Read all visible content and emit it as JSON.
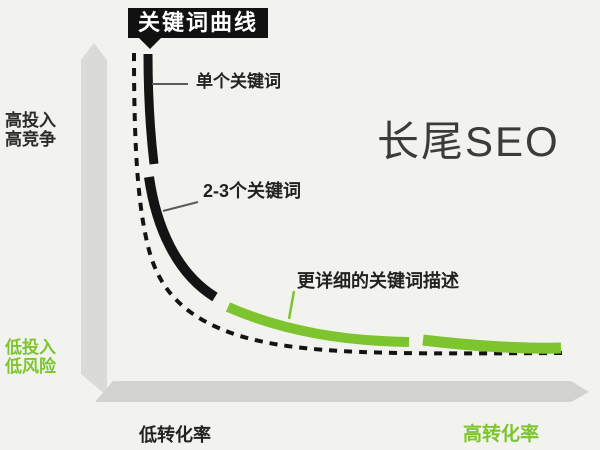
{
  "title_box": {
    "label": "关键词曲线"
  },
  "headline": {
    "text": "长尾SEO"
  },
  "y_axis": {
    "top": {
      "line1": "高投入",
      "line2": "高竞争"
    },
    "bottom": {
      "line1": "低投入",
      "line2": "低风险"
    }
  },
  "x_axis": {
    "left": "低转化率",
    "right": "高转化率"
  },
  "callouts": {
    "single_keyword": "单个关键词",
    "two_three_keywords": "2-3个关键词",
    "detailed_description": "更详细的关键词描述"
  },
  "colors": {
    "accent_green": "#7dc42f",
    "curve_black": "#141414",
    "axis_gray_vertical": "#dadbd7",
    "axis_gray_horizontal": "#d2d3cf",
    "background": "#f2f3ee",
    "callout_line_gray": "#5a5a5a"
  },
  "chart_data": {
    "type": "line",
    "title": "关键词曲线",
    "annotation": "长尾SEO",
    "grid": false,
    "x_axis_labels": [
      "低转化率",
      "高转化率"
    ],
    "y_axis_labels_top": [
      "高投入",
      "高竞争"
    ],
    "y_axis_labels_bottom": [
      "低投入",
      "低风险"
    ],
    "curve": {
      "shape": "hyperbolic long-tail guide curve, dashed black",
      "points_norm": [
        [
          0.08,
          0.97
        ],
        [
          0.08,
          0.72
        ],
        [
          0.1,
          0.52
        ],
        [
          0.13,
          0.36
        ],
        [
          0.18,
          0.24
        ],
        [
          0.26,
          0.15
        ],
        [
          0.38,
          0.09
        ],
        [
          0.52,
          0.06
        ],
        [
          0.68,
          0.045
        ],
        [
          0.84,
          0.04
        ],
        [
          0.96,
          0.038
        ]
      ]
    },
    "segments": [
      {
        "label": "单个关键词",
        "color": "#141414",
        "x_range_norm": [
          0.08,
          0.09
        ],
        "y_range_norm": [
          0.7,
          0.97
        ]
      },
      {
        "label": "2-3个关键词",
        "color": "#141414",
        "x_range_norm": [
          0.09,
          0.25
        ],
        "y_range_norm": [
          0.25,
          0.66
        ]
      },
      {
        "label": "更详细的关键词描述",
        "color": "#7dc42f",
        "x_range_norm": [
          0.28,
          0.93
        ],
        "y_range_norm": [
          0.03,
          0.14
        ]
      }
    ]
  }
}
